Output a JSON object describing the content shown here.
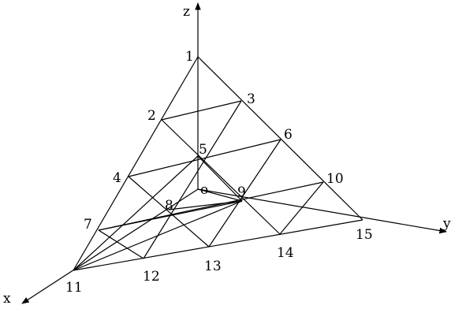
{
  "diagram": {
    "axes": {
      "x": "x",
      "y": "y",
      "z": "z",
      "origin": "o"
    },
    "nodes": [
      {
        "id": "n1",
        "label": "1"
      },
      {
        "id": "n2",
        "label": "2"
      },
      {
        "id": "n3",
        "label": "3"
      },
      {
        "id": "n4",
        "label": "4"
      },
      {
        "id": "n5",
        "label": "5"
      },
      {
        "id": "n6",
        "label": "6"
      },
      {
        "id": "n7",
        "label": "7"
      },
      {
        "id": "n8",
        "label": "8"
      },
      {
        "id": "n9",
        "label": "9"
      },
      {
        "id": "n10",
        "label": "10"
      },
      {
        "id": "n11",
        "label": "11"
      },
      {
        "id": "n12",
        "label": "12"
      },
      {
        "id": "n13",
        "label": "13"
      },
      {
        "id": "n14",
        "label": "14"
      },
      {
        "id": "n15",
        "label": "15"
      }
    ],
    "colors": {
      "line": "#000000",
      "background": "#ffffff"
    }
  }
}
